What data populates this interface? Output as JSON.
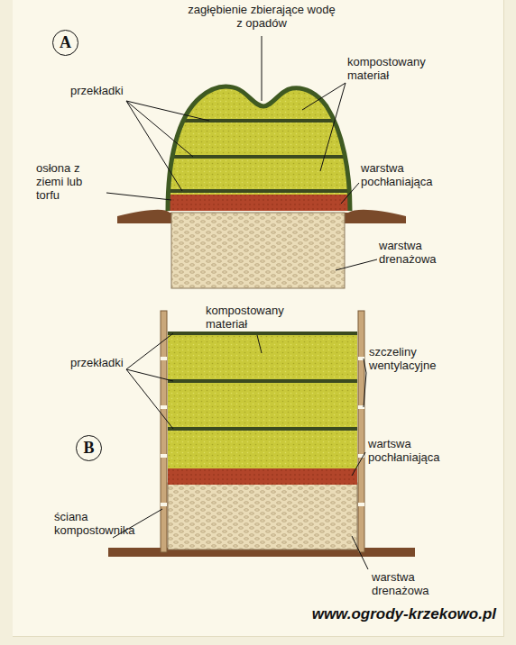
{
  "diagram": {
    "nodes": [
      {
        "text": [
          "A"
        ]
      },
      {
        "text": [
          "B"
        ]
      }
    ],
    "labels": [
      "zagłębienie zbierające wodę z opadów",
      "kompostowany materiał",
      "przekładki",
      "warstwa pochłaniająca",
      "osłona z ziemi lub torfu",
      "warstwa drenażowa",
      "kompostowany materiał",
      "przekładki",
      "szczeliny wentylacyjne",
      "wartswa pochłaniająca",
      "ściana kompostownika",
      "warstwa drenażowa",
      "www.ogrody-krzekowo.pl"
    ]
  }
}
